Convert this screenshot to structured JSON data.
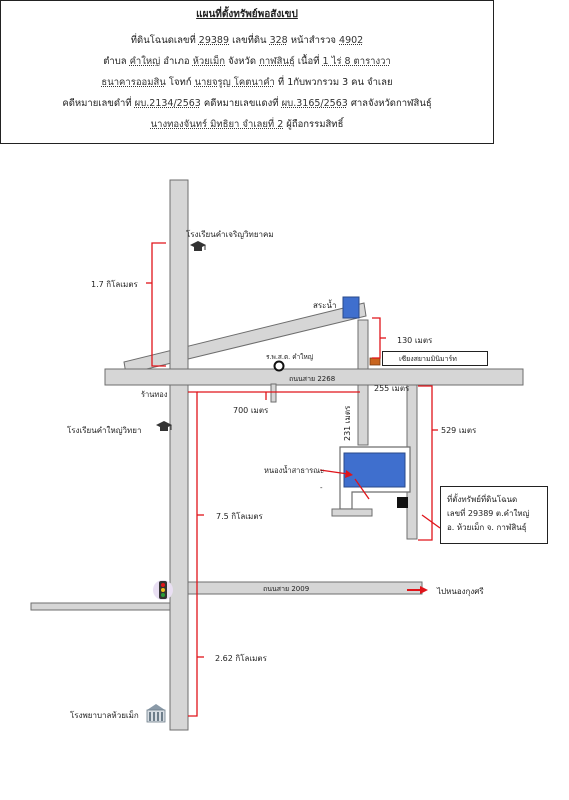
{
  "header": {
    "title": "แผนที่ตั้งทรัพย์พอสังเขป",
    "line1": {
      "a": "ที่ดินโฉนดเลขที่",
      "deed_no": "29389",
      "b": "เลขที่ดิน",
      "land_no": "328",
      "c": "หน้าสำรวจ",
      "survey_page": "4902"
    },
    "line2": {
      "a": "ตำบล",
      "tambon": "คำใหญ่",
      "b": "อำเภอ",
      "amphoe": "ห้วยเม็ก",
      "c": "จังหวัด",
      "province": "กาฬสินธุ์",
      "d": "เนื้อที่",
      "area": "1 ไร่ 8 ตารางวา"
    },
    "line3": {
      "plaintiff": "ธนาคารออมสิน",
      "a": "โจทก์",
      "defendant": "นายจรูญ โคตนาคำ",
      "b": "ที่ 1กับพวกรวม 3 คน จำเลย"
    },
    "line4": {
      "a": "คดีหมายเลขดำที่",
      "black_case": "ผบ.2134/2563",
      "b": "คดีหมายเลขแดงที่",
      "red_case": "ผบ.3165/2563",
      "c": "ศาลจังหวัดกาฬสินธุ์"
    },
    "line5": {
      "owner": "นางทองจันทร์ มิทธิยา จำเลยที่ 2",
      "a": "ผู้ถือกรรมสิทธิ์"
    }
  },
  "map": {
    "school_1": "โรงเรียนคำเจริญวิทยาคม",
    "distance_1": "1.7 กิโลเมตร",
    "pond": "สระน้ำ",
    "distance_130": "130 เมตร",
    "label_siam": "เซียงสยามมินิมาร์ท",
    "label_police": "ร.พ.ส.ต. คำใหญ่",
    "road_2268": "ถนนสาย 2268",
    "shop": "ร้านทอง",
    "distance_700": "700 เมตร",
    "distance_255": "255 เมตร",
    "distance_231": "231 เมตร",
    "distance_529": "529 เมตร",
    "school_2": "โรงเรียนคำใหญ่วิทยา",
    "public_pond": "หนองน้ำสาธารณะ",
    "dash": "-",
    "property_label": {
      "line1": "ที่ตั้งทรัพย์ที่ดินโฉนด",
      "line2": "เลขที่ 29389 ต.คำใหญ่",
      "line3": "อ. ห้วยเม็ก จ. กาฬสินธุ์"
    },
    "distance_7_5": "7.5 กิโลเมตร",
    "road_2009": "ถนนสาย 2009",
    "to_destination": "ไปหนองกุงศรี",
    "distance_2_62": "2.62 กิโลเมตร",
    "hospital": "โรงพยาบาลห้วยเม็ก"
  },
  "colors": {
    "road_fill": "#d6d6d6",
    "road_stroke": "#6e6e6e",
    "pond_blue": "#3f6fce",
    "bracket_red": "#e0141a",
    "property_black": "#111111"
  },
  "icons": [
    "graduation-cap-icon",
    "traffic-light-icon",
    "hospital-building-icon",
    "arrow-right-icon",
    "circle-marker-icon"
  ]
}
